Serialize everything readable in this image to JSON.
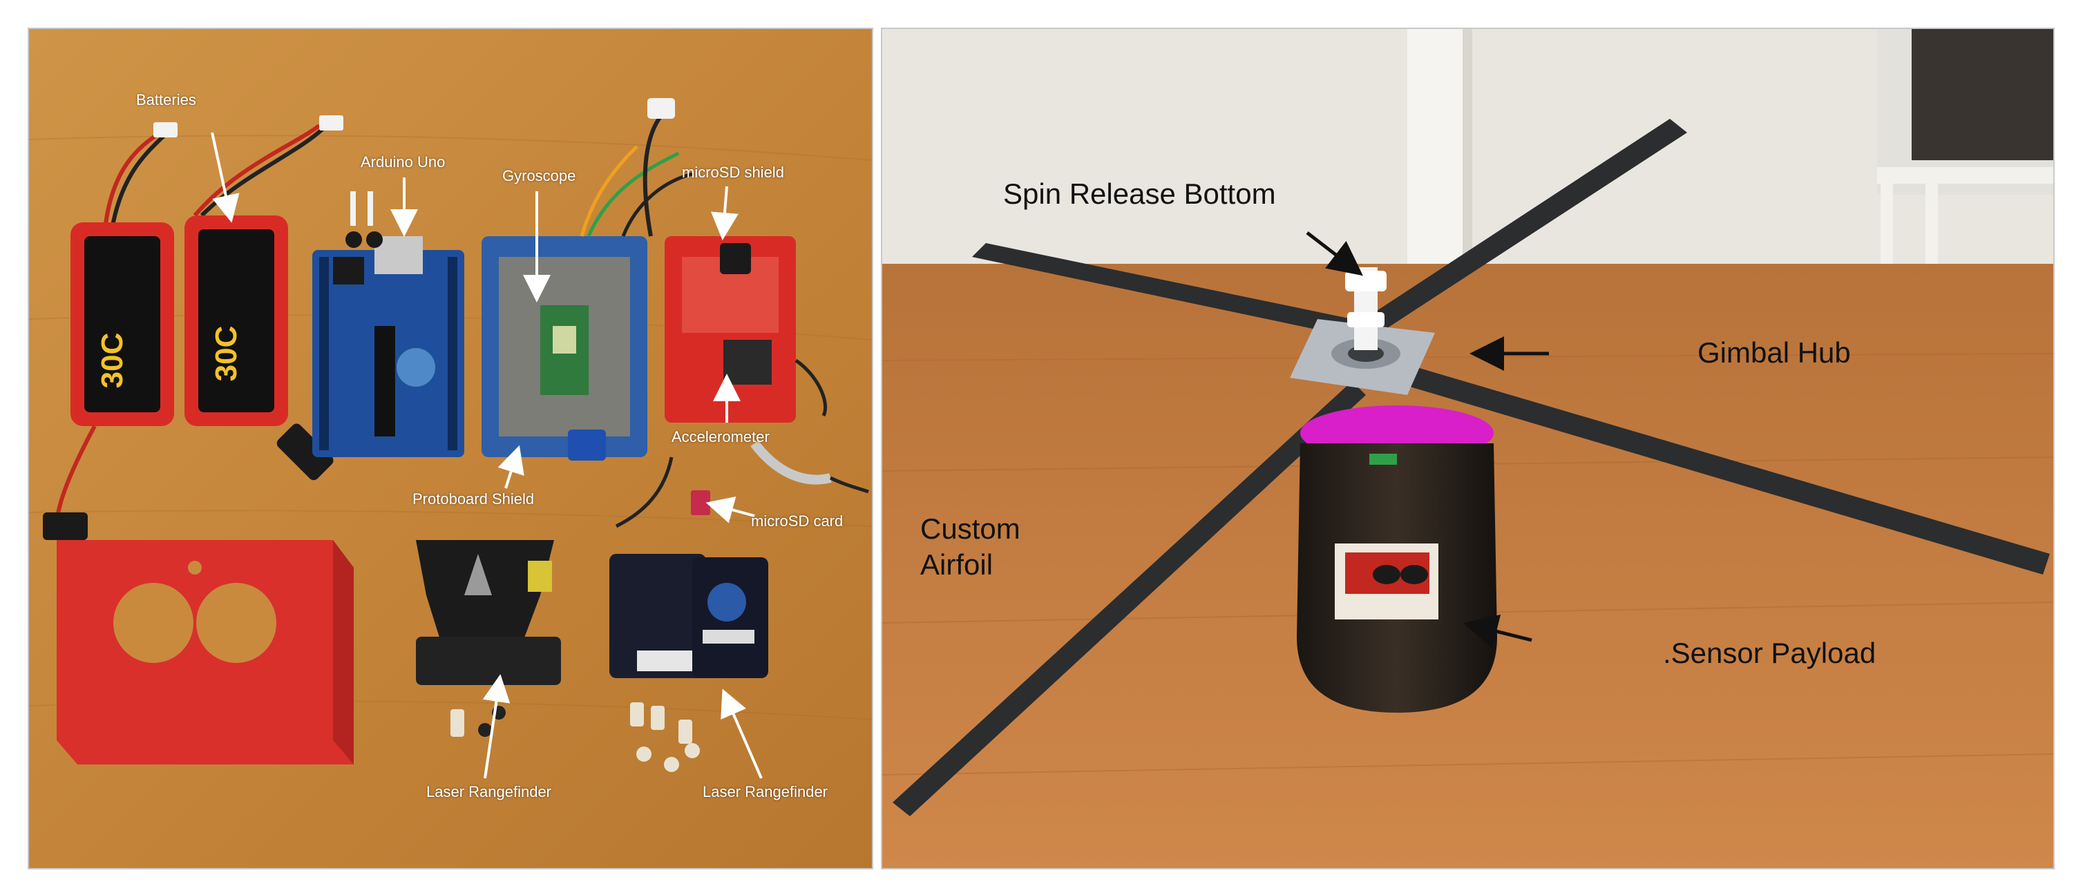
{
  "left_photo": {
    "labels": {
      "batteries": "Batteries",
      "arduino": "Arduino Uno",
      "gyroscope": "Gyroscope",
      "microsd_shield": "microSD shield",
      "accelerometer": "Accelerometer",
      "protoboard": "Protoboard Shield",
      "microsd_card": "microSD card",
      "laser1": "Laser Rangefinder",
      "laser2": "Laser Rangefinder"
    },
    "battery_texts": [
      "30C",
      "30C"
    ]
  },
  "right_photo": {
    "labels": {
      "spin_release": "Spin Release Bottom",
      "gimbal_hub": "Gimbal Hub",
      "custom_airfoil_1": "Custom",
      "custom_airfoil_2": "Airfoil",
      "sensor_payload": ".Sensor Payload"
    }
  },
  "colors": {
    "table_wood": "#c98a3e",
    "pcb_blue": "#1f4f9c",
    "pcb_red": "#d92b26",
    "print_red": "#d9302b",
    "floor_wood": "#c57a3d",
    "wall": "#e9e6df",
    "magenta": "#d81fc9"
  }
}
